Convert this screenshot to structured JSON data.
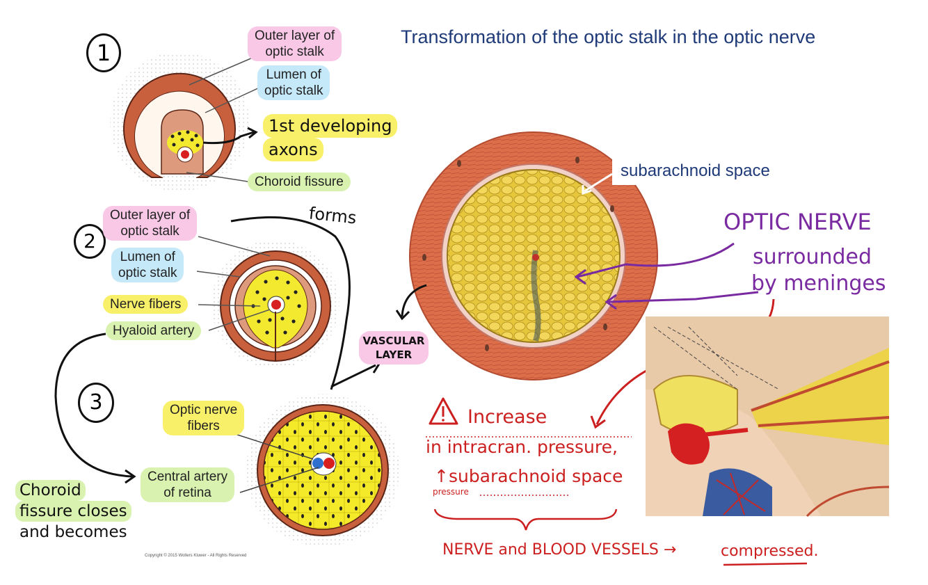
{
  "title": "Transformation of the optic stalk in the optic nerve",
  "stage1": {
    "number": "1",
    "outer_layer": [
      "Outer layer of",
      "optic stalk"
    ],
    "lumen": [
      "Lumen of",
      "optic stalk"
    ],
    "developing_axons": [
      "1st developing",
      "axons"
    ],
    "choroid_fissure": "Choroid fissure"
  },
  "stage2": {
    "number": "2",
    "outer_layer": [
      "Outer layer of",
      "optic stalk"
    ],
    "lumen": [
      "Lumen of",
      "optic stalk"
    ],
    "nerve_fibers": "Nerve fibers",
    "hyaloid_artery": "Hyaloid artery",
    "forms": "forms"
  },
  "stage3": {
    "number": "3",
    "optic_nerve_fibers": [
      "Optic nerve",
      "fibers"
    ],
    "central_artery": [
      "Central artery",
      "of retina"
    ],
    "choroid_note": [
      "Choroid",
      "fissure closes",
      "and becomes"
    ],
    "copyright": "Copyright © 2015 Wolters Kluwer - All Rights Reserved"
  },
  "vascular_layer": [
    "VASCULAR",
    "LAYER"
  ],
  "subarachnoid_space": "subarachnoid space",
  "optic_nerve_note": [
    "OPTIC NERVE",
    "surrounded",
    "by meninges"
  ],
  "pressure_note": {
    "warning_icon": "warning-triangle-icon",
    "line1": "Increase",
    "line2": "in intracran. pressure,",
    "line3": "↑subarachnoid space",
    "line4": "pressure",
    "conclusion_a": "NERVE and BLOOD VESSELS →",
    "conclusion_b": "compressed."
  },
  "colors": {
    "title_blue": "#1f3a78",
    "marker_red": "#cc1f1f",
    "marker_purple": "#7a2aa0",
    "nerve_yellow": "#e8c43a",
    "sheath_orange": "#d9744c"
  }
}
